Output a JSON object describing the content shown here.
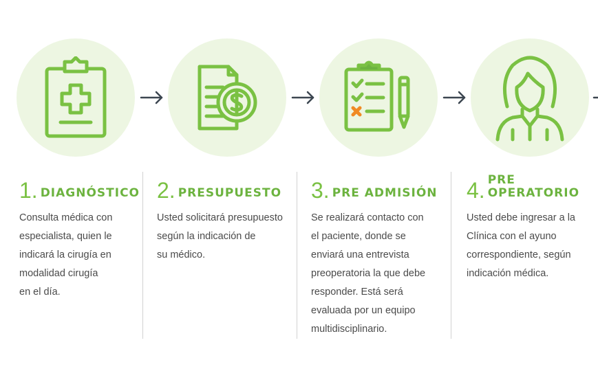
{
  "colors": {
    "accent": "#7ac143",
    "circle_bg": "#edf6e2",
    "text": "#4a4a4a",
    "arrow": "#3c4650"
  },
  "steps": [
    {
      "icon": "medical-clipboard-icon",
      "number": "1",
      "title": "DIAGNÓSTICO",
      "description": "Consulta médica con\nespecialista, quien le\nindicará la cirugía en\nmodalidad cirugía\nen el día."
    },
    {
      "icon": "budget-document-dollar-icon",
      "number": "2",
      "title": "PRESUPUESTO",
      "description": "Usted solicitará presupuesto\nsegún la indicación de\nsu médico."
    },
    {
      "icon": "checklist-clipboard-icon",
      "number": "3",
      "title": "PRE ADMISIÓN",
      "description": "Se realizará contacto con\nel paciente, donde se\nenviará una entrevista\npreoperatoria la que debe\nresponder. Está será\nevaluada por un equipo\nmultidisciplinario."
    },
    {
      "icon": "patient-woman-icon",
      "number": "4",
      "title": "PRE OPERATORIO",
      "description": "Usted debe ingresar a la\nClínica con el ayuno\ncorrespondiente, según\nindicación médica."
    }
  ]
}
